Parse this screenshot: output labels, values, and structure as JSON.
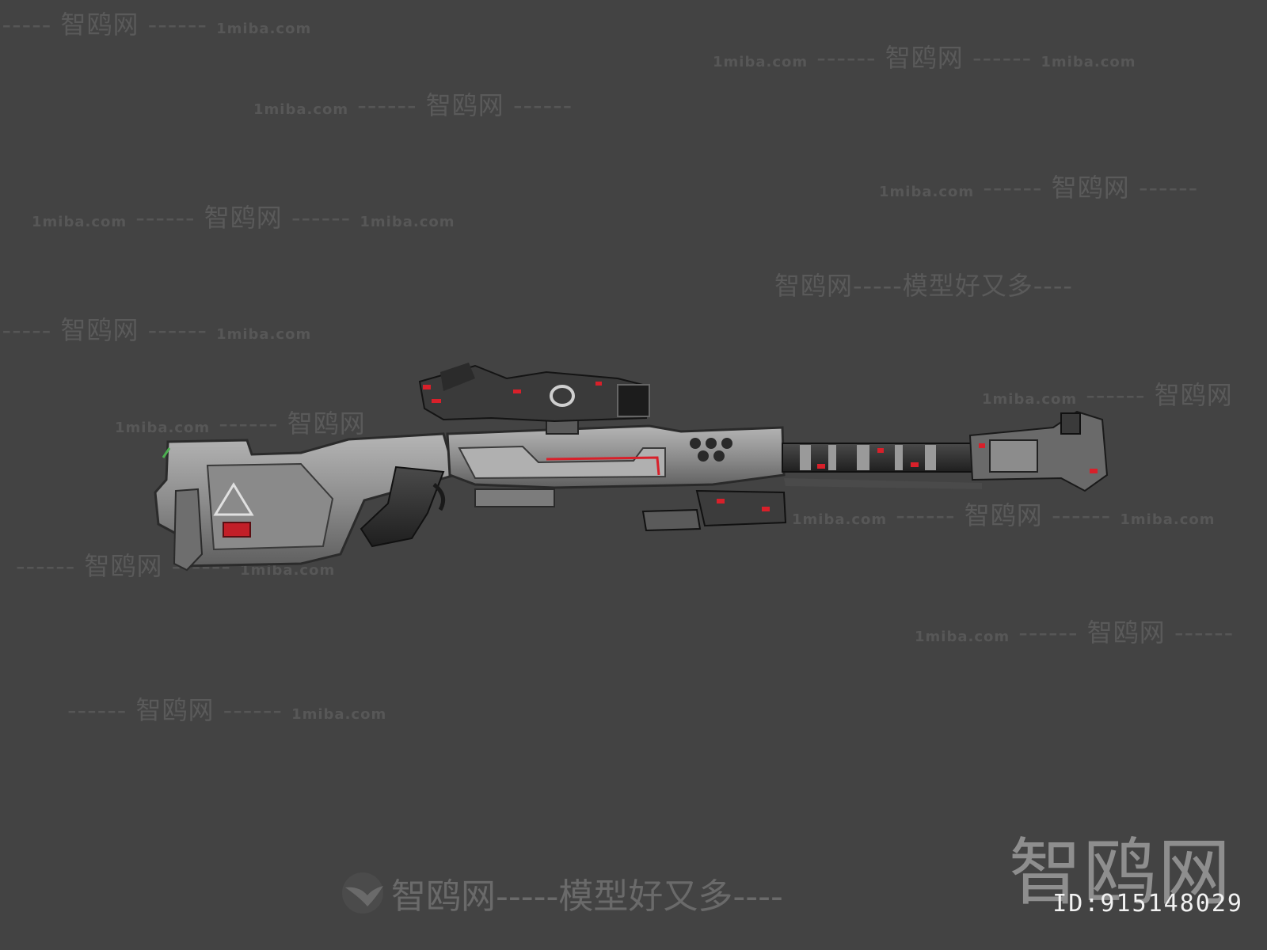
{
  "watermarks": {
    "brand": "智鸥网",
    "url": "1miba.com",
    "dashes": "------",
    "slogan": "智鸥网-----模型好又多----"
  },
  "bottom_slogan": "智鸥网-----模型好又多----",
  "logo_text": "智鸥网",
  "asset_id": "ID:915148029",
  "colors": {
    "background": "#434343",
    "metal_light": "#9a9a9a",
    "metal_dark": "#2a2a2a",
    "accent_red": "#d8202a",
    "accent_green": "#4caf50"
  },
  "subject": {
    "icon": "sniper-rifle-icon"
  }
}
